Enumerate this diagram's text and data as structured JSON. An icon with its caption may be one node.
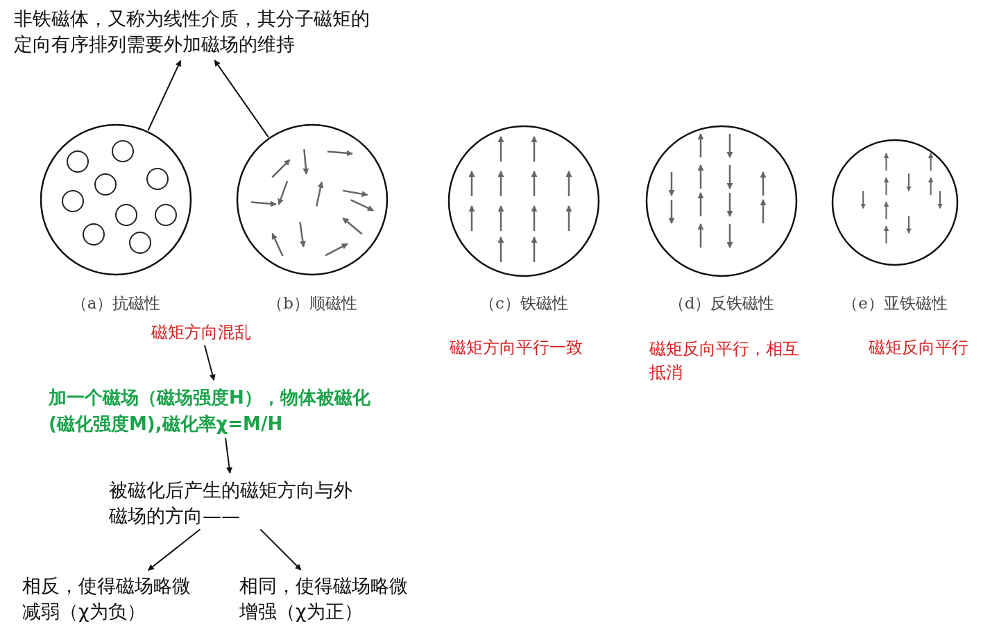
{
  "diagram": {
    "nodes": [
      {
        "text": [
          "非铁磁体，又称为线性介质，其分子磁矩的定向有序排列需要外加磁场的维持"
        ]
      },
      {
        "text": [],
        "shape": "circle",
        "beside": [
          "（a）抗磁性"
        ]
      },
      {
        "text": [],
        "shape": "circle",
        "beside": [
          "（b）顺磁性"
        ]
      },
      {
        "text": [],
        "shape": "circle",
        "beside": [
          "（c）铁磁性",
          "磁矩方向平行一致"
        ]
      },
      {
        "text": [],
        "shape": "circle",
        "beside": [
          "（d）反铁磁性",
          "磁矩反向平行，相互抵消"
        ]
      },
      {
        "text": [],
        "shape": "circle",
        "beside": [
          "（e）亚铁磁性",
          "磁矩反向平行"
        ]
      },
      {
        "text": [
          "磁矩方向混乱"
        ]
      },
      {
        "text": [
          "加一个磁场（磁场强度H），物体被磁化(磁化强度M),磁化率χ=M/H"
        ]
      },
      {
        "text": [
          "被磁化后产生的磁矩方向与外磁场的方向——"
        ]
      },
      {
        "text": [
          "相反，使得磁场略微减弱（χ为负）"
        ]
      },
      {
        "text": [
          "相同，使得磁场略微增强（χ为正）"
        ]
      }
    ],
    "edges": [
      {
        "from": 1,
        "to": 0,
        "arrow": "to"
      },
      {
        "from": 2,
        "to": 0,
        "arrow": "to"
      },
      {
        "from": 6,
        "to": 7,
        "arrow": "to"
      },
      {
        "from": 7,
        "to": 8,
        "arrow": "to"
      },
      {
        "from": 8,
        "to": 9,
        "arrow": "to"
      },
      {
        "from": 8,
        "to": 10,
        "arrow": "to"
      }
    ]
  }
}
